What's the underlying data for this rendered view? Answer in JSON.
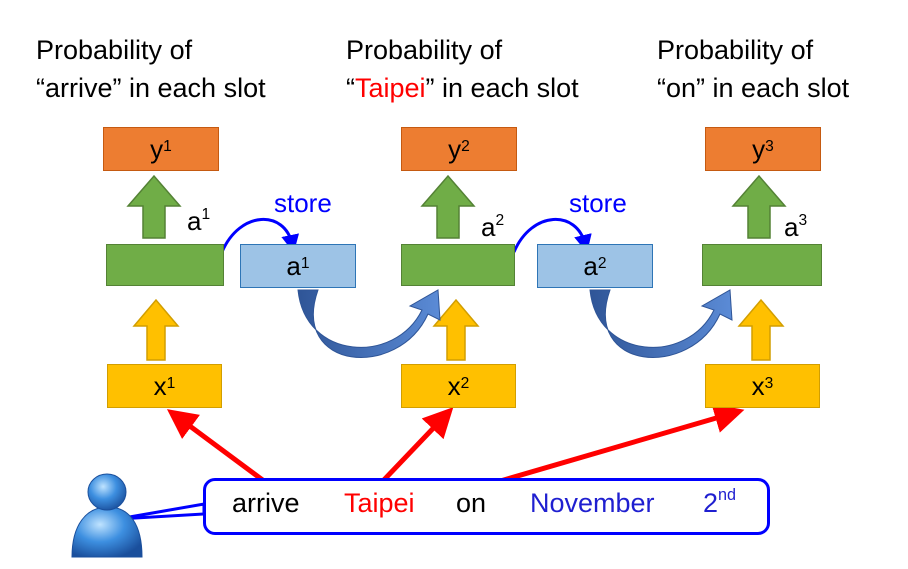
{
  "titles": [
    {
      "line1": "Probability of",
      "pre": "“",
      "word": "arrive",
      "post": "” in each slot"
    },
    {
      "line1": "Probability of",
      "pre": "“",
      "word": "Taipei",
      "post": "” in each slot"
    },
    {
      "line1": "Probability of",
      "pre": "“",
      "word": "on",
      "post": "” in each slot"
    }
  ],
  "outputs": [
    {
      "base": "y",
      "sup": "1"
    },
    {
      "base": "y",
      "sup": "2"
    },
    {
      "base": "y",
      "sup": "3"
    }
  ],
  "hidden_labels": [
    {
      "base": "a",
      "sup": "1"
    },
    {
      "base": "a",
      "sup": "2"
    },
    {
      "base": "a",
      "sup": "3"
    }
  ],
  "memory": [
    {
      "base": "a",
      "sup": "1"
    },
    {
      "base": "a",
      "sup": "2"
    }
  ],
  "store_label": "store",
  "inputs": [
    {
      "base": "x",
      "sup": "1"
    },
    {
      "base": "x",
      "sup": "2"
    },
    {
      "base": "x",
      "sup": "3"
    }
  ],
  "sentence": {
    "w1": "arrive",
    "w2": "Taipei",
    "w3": "on",
    "w4": "November",
    "w5_base": "2",
    "w5_sup": "nd"
  },
  "colors": {
    "output": "#ed7d31",
    "hidden": "#70ad47",
    "input": "#ffc000",
    "memory": "#9dc3e6",
    "highlight": "#ff0000",
    "store": "#0000ff"
  },
  "icons": [
    "user-icon"
  ]
}
